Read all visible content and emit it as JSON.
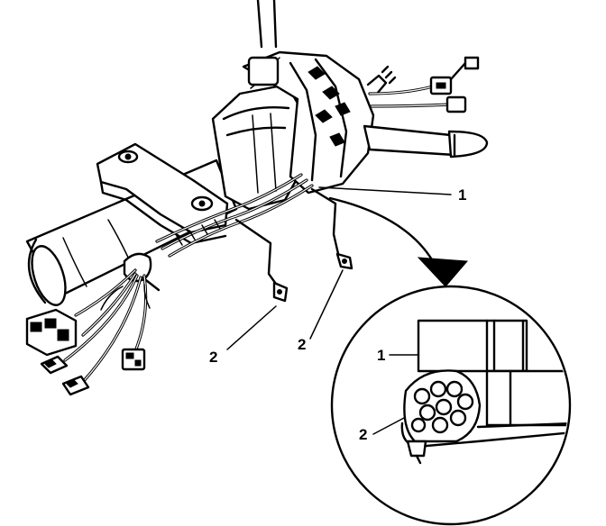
{
  "labels": {
    "callout_1_main": "1",
    "callout_2_left": "2",
    "callout_2_right": "2",
    "callout_1_detail": "1",
    "callout_2_detail": "2"
  }
}
